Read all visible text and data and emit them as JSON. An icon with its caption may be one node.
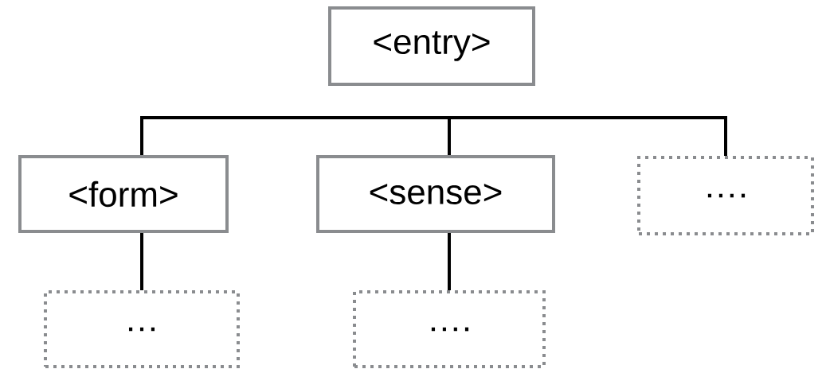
{
  "diagram": {
    "nodes": [
      {
        "text": [
          "<entry>"
        ]
      },
      {
        "text": [
          "<form>"
        ]
      },
      {
        "text": [
          "<sense>"
        ]
      },
      {
        "text": [
          "…."
        ]
      },
      {
        "text": [
          "…"
        ]
      },
      {
        "text": [
          "…."
        ]
      }
    ],
    "edges": [
      {
        "from": 0,
        "to": 1,
        "arrow": "none"
      },
      {
        "from": 0,
        "to": 2,
        "arrow": "none"
      },
      {
        "from": 0,
        "to": 3,
        "arrow": "none"
      },
      {
        "from": 1,
        "to": 4,
        "arrow": "none"
      },
      {
        "from": 2,
        "to": 5,
        "arrow": "none"
      }
    ]
  }
}
